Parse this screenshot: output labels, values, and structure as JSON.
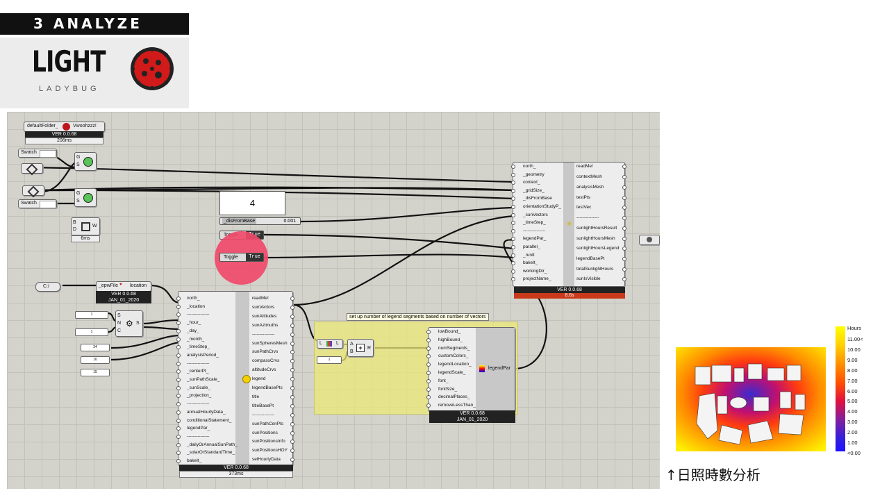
{
  "header": {
    "section": "3 ANALYZE",
    "title": "LIGHT",
    "subtitle": "LADYBUG"
  },
  "nodes": {
    "default_folder": {
      "input": "defaultFolder_",
      "output": "Vwoohzzz!",
      "version": "VER 0.0.68",
      "time": "206ms"
    },
    "swatch_1": "Swatch",
    "swatch_2": "Swatch",
    "geom_1": {
      "in1": "G",
      "in2": "S"
    },
    "geom_2": {
      "in1": "G",
      "in2": "S"
    },
    "bw": {
      "in1": "B",
      "in2": "D",
      "out": "W",
      "time": "6ms"
    },
    "panel_value": "4",
    "slider": {
      "label": "_disFromBase",
      "value": "0.001"
    },
    "toggle_1": {
      "label": "Toggle",
      "value": "True"
    },
    "toggle_2": {
      "label": "Toggle",
      "value": "True"
    },
    "epw_icon": "C:/",
    "import_epw": {
      "input": "_epwFile",
      "output": "location",
      "version": "VER 0.0.68",
      "date": "JAN_01_2020"
    },
    "tiny_inputs": [
      "1",
      "1",
      "24",
      "10",
      "15"
    ],
    "snc": {
      "in1": "S",
      "in2": "N",
      "in3": "C",
      "out": "S"
    },
    "sunpath": {
      "inputs": [
        "north_",
        "_location",
        "---------------",
        "_hour_",
        "_day_",
        "_month_",
        "_timeStep_",
        "analysisPeriod_",
        "---------------",
        "_centerPt_",
        "_sunPathScale_",
        "_sunScale_",
        "_projection_",
        "---------------",
        "annualHourlyData_",
        "conditionalStatement_",
        "legendPar_",
        "---------------",
        "_dailyOrAnnualSunPath_",
        "_solarOrStandardTime_",
        "bakeIt_"
      ],
      "outputs": [
        "readMe!",
        "sunVectors",
        "sunAltitudes",
        "sunAzimuths",
        "---------------",
        "sunSpheresMesh",
        "sunPathCrvs",
        "compassCrvs",
        "altitudeCrvs",
        "legend",
        "legendBasePts",
        "title",
        "titleBasePt",
        "---------------",
        "sunPathCenPts",
        "sunPositions",
        "sunPositionsInfo",
        "sunPositionsHOY",
        "selHourlyData"
      ],
      "version": "VER 0.0.68",
      "time": "373ms"
    },
    "sunlight_hours": {
      "inputs": [
        "north_",
        "_geometry",
        "context_",
        "_gridSize_",
        "_disFromBase",
        "orientationStudyP_",
        "_sunVectors",
        "_timeStep_",
        "---------------",
        "legendPar_",
        "parallel_",
        "_runIt",
        "bakeIt_",
        "workingDir_",
        "projectName_"
      ],
      "outputs": [
        "readMe!",
        "contextMesh",
        "analysisMesh",
        "testPts",
        "testVec",
        "---------------",
        "sunlightHoursResult",
        "sunlightHoursMesh",
        "sunlightHoursLegend",
        "legendBasePt",
        "totalSunlightHours",
        "sunIsVisible"
      ],
      "version": "VER 0.0.68",
      "time": "8.6s"
    },
    "group_label": "set up number of legend segments based on number of vectors",
    "list_length": {
      "in": "L",
      "out": "L"
    },
    "tiny_one": "1",
    "addition": {
      "in1": "A",
      "in2": "B",
      "out": "R"
    },
    "legend_par": {
      "inputs": [
        "lowBound_",
        "highBound_",
        "numSegments_",
        "customColors_",
        "legendLocation_",
        "legendScale_",
        "font_",
        "fontSize_",
        "decimalPlaces_",
        "removeLessThan_"
      ],
      "output": "legendPar",
      "version": "VER 0.0.68",
      "date": "JAN_01_2020"
    }
  },
  "legend": {
    "title": "Hours",
    "labels": [
      "11.00<",
      "10.00",
      "9.00",
      "8.00",
      "7.00",
      "6.00",
      "5.00",
      "4.00",
      "3.00",
      "2.00",
      "1.00",
      "<0.00"
    ]
  },
  "caption": "↑日照時數分析",
  "colors": {
    "highlight": "#f04a6a",
    "group": "#ece878",
    "version_bar": "#222222",
    "running_bar": "#c83a1a"
  }
}
